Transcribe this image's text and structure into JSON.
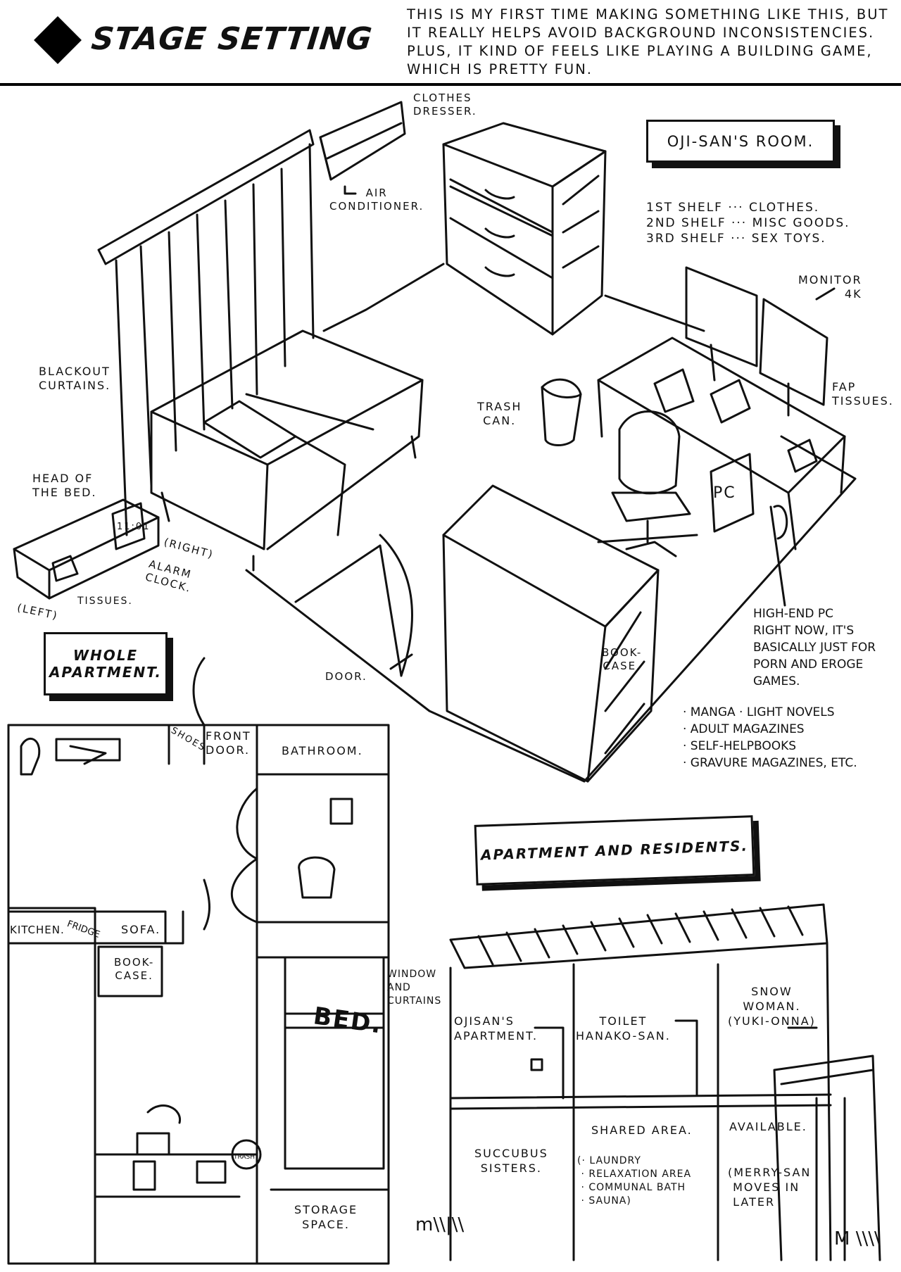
{
  "header": {
    "title": "STAGE SETTING",
    "note": "THIS IS MY FIRST TIME MAKING SOMETHING LIKE THIS, BUT\nIT REALLY HELPS AVOID BACKGROUND INCONSISTENCIES.\nPLUS, IT KIND OF FEELS LIKE PLAYING A BUILDING GAME,\nWHICH IS PRETTY FUN."
  },
  "room": {
    "title": "OJI-SAN'S ROOM.",
    "labels": {
      "clothes_dresser": "CLOTHES\nDRESSER.",
      "air_conditioner": "AIR\nCONDITIONER.",
      "shelves": "1ST SHELF ··· CLOTHES.\n2ND SHELF ··· MISC GOODS.\n3RD SHELF ··· SEX TOYS.",
      "monitor": "MONITOR\n4K",
      "blackout_curtains": "BLACKOUT\nCURTAINS.",
      "trash_can": "TRASH\nCAN.",
      "fap_tissues": "FAP\nTISSUES.",
      "head_of_bed": "HEAD OF\nTHE BED.",
      "right": "(RIGHT)",
      "alarm_clock": "ALARM\nCLOCK.",
      "clock_time": "11:01",
      "tissues": "TISSUES.",
      "left": "(LEFT)",
      "pc": "PC",
      "high_end_pc": "HIGH-END PC\nRIGHT NOW, IT'S\nBASICALLY JUST FOR\nPORN AND EROGE\nGAMES.",
      "door": "DOOR.",
      "bookcase": "BOOK-\nCASE.",
      "bookcase_contents": "· MANGA · LIGHT NOVELS\n· ADULT MAGAZINES\n· SELF-HELPBOOKS\n· GRAVURE MAGAZINES, ETC."
    }
  },
  "apartment": {
    "title": "WHOLE\nAPARTMENT.",
    "labels": {
      "shoes": "SHOES",
      "front_door": "FRONT\nDOOR.",
      "bathroom": "BATHROOM.",
      "kitchen": "KITCHEN.",
      "fridge": "FRIDGE",
      "sofa": "SOFA.",
      "bookcase": "BOOK-\nCASE.",
      "window_curtains": "WINDOW\nAND\nCURTAINS",
      "bed": "BED.",
      "trash": "TRASH",
      "storage": "STORAGE\nSPACE."
    }
  },
  "residents": {
    "title": "APARTMENT AND RESIDENTS.",
    "labels": {
      "ojisan": "OJISAN'S\nAPARTMENT.",
      "toilet": "TOILET\nHANAKO-SAN.",
      "snow": "SNOW\nWOMAN.\n(YUKI-ONNA)",
      "succubus": "SUCCUBUS\nSISTERS.",
      "shared": "SHARED AREA.",
      "shared_list": "(· LAUNDRY\n · RELAXATION AREA\n · COMMUNAL BATH\n · SAUNA)",
      "available": "AVAILABLE.",
      "merry": "(MERRY-SAN\n MOVES IN\n LATER"
    }
  },
  "signature_left": "m\\\\|\\\\",
  "signature_right": "M  \\\\\\\\"
}
